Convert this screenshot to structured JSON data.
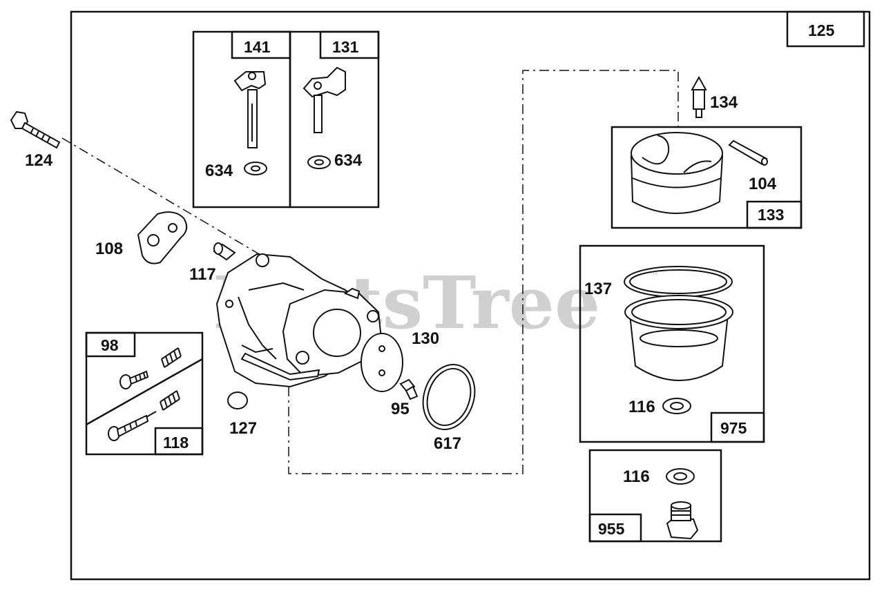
{
  "watermark": {
    "text": "PartsTree",
    "trademark": "™"
  },
  "assembly": {
    "number": "125"
  },
  "kits": {
    "throttle_shaft": "141",
    "choke_shaft": "131",
    "float_kit": "133",
    "float_bowl_kit": "975",
    "bowl_nut_kit": "955",
    "adjusting_screw_main": "98",
    "adjusting_screw_idle": "118"
  },
  "parts": {
    "p124": "124",
    "p634_a": "634",
    "p634_b": "634",
    "p108": "108",
    "p117": "117",
    "p127": "127",
    "p130": "130",
    "p95": "95",
    "p617": "617",
    "p134": "134",
    "p104": "104",
    "p137": "137",
    "p116_a": "116",
    "p116_b": "116"
  }
}
